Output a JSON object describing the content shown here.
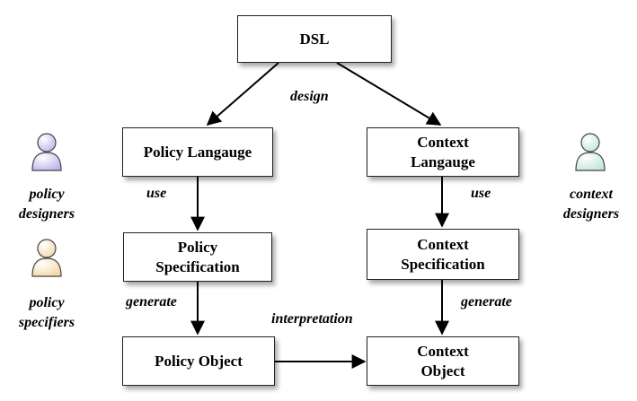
{
  "boxes": {
    "dsl": "DSL",
    "policy_language": "Policy Langauge",
    "context_language": "Context\nLangauge",
    "policy_specification": "Policy\nSpecification",
    "context_specification": "Context\nSpecification",
    "policy_object": "Policy Object",
    "context_object": "Context\nObject"
  },
  "edge_labels": {
    "design": "design",
    "use_left": "use",
    "use_right": "use",
    "generate_left": "generate",
    "generate_right": "generate",
    "interpretation": "interpretation"
  },
  "actors": [
    {
      "label": "policy\ndesigners",
      "icon": "person-icon",
      "color": "#b8b4ea"
    },
    {
      "label": "policy\nspecifiers",
      "icon": "person-icon",
      "color": "#f3d6a6"
    },
    {
      "label": "context\ndesigners",
      "icon": "person-icon",
      "color": "#bfe6d4"
    }
  ]
}
